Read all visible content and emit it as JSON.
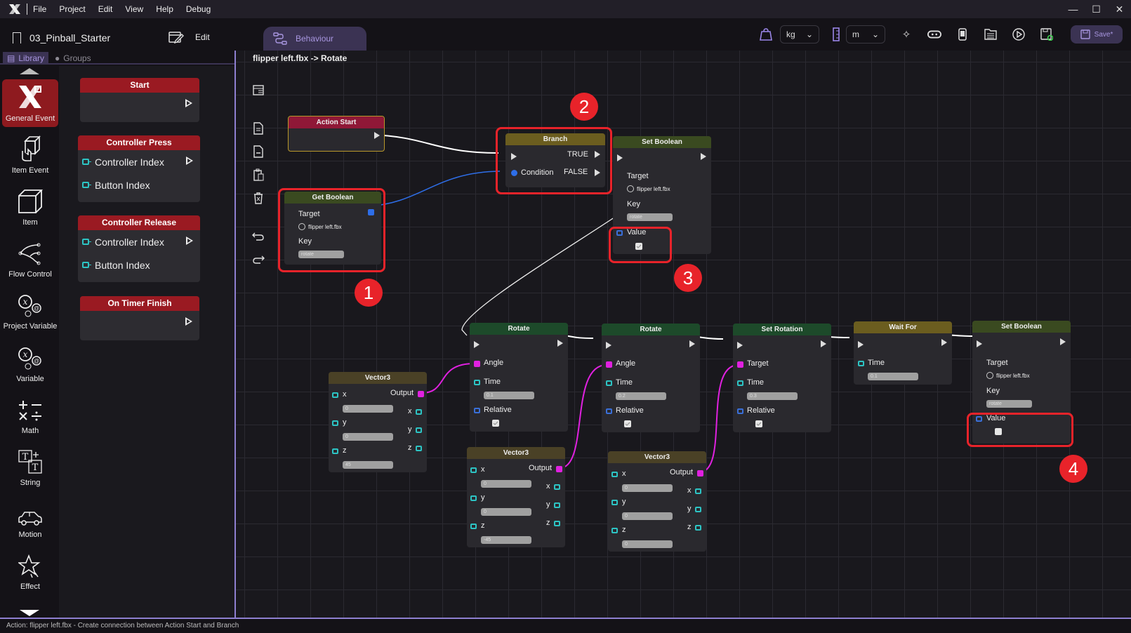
{
  "menubar": {
    "items": [
      "File",
      "Project",
      "Edit",
      "View",
      "Help",
      "Debug"
    ],
    "window_controls": [
      "minimize",
      "maximize",
      "close"
    ]
  },
  "toolbar": {
    "project_name": "03_Pinball_Starter",
    "edit_label": "Edit",
    "active_tab": "Behaviour",
    "mass_unit": "kg",
    "length_unit": "m",
    "save_label": "Save*",
    "icons": [
      "weight-icon",
      "ruler-icon",
      "sparkle-icon",
      "vr-headset-icon",
      "phone-icon",
      "folder-settings-icon",
      "play-icon",
      "save-sync-icon"
    ]
  },
  "library_tabs": {
    "library": "Library",
    "groups": "Groups"
  },
  "categories": [
    {
      "label": "General Event",
      "active": true
    },
    {
      "label": "Item Event"
    },
    {
      "label": "Item"
    },
    {
      "label": "Flow Control"
    },
    {
      "label": "Project Variable"
    },
    {
      "label": "Variable"
    },
    {
      "label": "Math"
    },
    {
      "label": "String"
    },
    {
      "label": "Motion"
    },
    {
      "label": "Effect"
    }
  ],
  "library_nodes": [
    {
      "title": "Start",
      "inputs": []
    },
    {
      "title": "Controller Press",
      "inputs": [
        "Controller Index",
        "Button Index"
      ]
    },
    {
      "title": "Controller Release",
      "inputs": [
        "Controller Index",
        "Button Index"
      ]
    },
    {
      "title": "On Timer Finish",
      "inputs": []
    }
  ],
  "breadcrumb": "flipper left.fbx -> Rotate",
  "canvas_tools": [
    "layout-icon",
    "document-icon",
    "document-minus-icon",
    "paste-icon",
    "trash-icon",
    "undo-icon",
    "redo-icon"
  ],
  "graph": {
    "action_start": {
      "title": "Action Start"
    },
    "get_boolean": {
      "title": "Get Boolean",
      "target_label": "Target",
      "target_value": "flipper left.fbx",
      "key_label": "Key",
      "key_value": "rotate"
    },
    "branch": {
      "title": "Branch",
      "true_label": "TRUE",
      "false_label": "FALSE",
      "condition_label": "Condition"
    },
    "set_boolean_1": {
      "title": "Set Boolean",
      "target_label": "Target",
      "target_value": "flipper left.fbx",
      "key_label": "Key",
      "key_value": "rotate",
      "value_label": "Value",
      "value_checked": true
    },
    "rotate_1": {
      "title": "Rotate",
      "angle_label": "Angle",
      "time_label": "Time",
      "time_value": "0.1",
      "relative_label": "Relative",
      "relative_checked": true
    },
    "rotate_2": {
      "title": "Rotate",
      "angle_label": "Angle",
      "time_label": "Time",
      "time_value": "0.2",
      "relative_label": "Relative",
      "relative_checked": true
    },
    "set_rotation": {
      "title": "Set Rotation",
      "target_label": "Target",
      "time_label": "Time",
      "time_value": "0.3",
      "relative_label": "Relative",
      "relative_checked": true
    },
    "wait_for": {
      "title": "Wait For",
      "time_label": "Time",
      "time_value": "0.1"
    },
    "set_boolean_2": {
      "title": "Set Boolean",
      "target_label": "Target",
      "target_value": "flipper left.fbx",
      "key_label": "Key",
      "key_value": "rotate",
      "value_label": "Value",
      "value_checked": false
    },
    "vector3_1": {
      "title": "Vector3",
      "output_label": "Output",
      "x": "0",
      "y": "0",
      "z": "45"
    },
    "vector3_2": {
      "title": "Vector3",
      "output_label": "Output",
      "x": "0",
      "y": "0",
      "z": "-45"
    },
    "vector3_3": {
      "title": "Vector3",
      "output_label": "Output",
      "x": "0",
      "y": "0",
      "z": "0"
    },
    "axis_labels": {
      "x": "x",
      "y": "y",
      "z": "z"
    }
  },
  "annotations": [
    "1",
    "2",
    "3",
    "4"
  ],
  "status_text": "Action: flipper left.fbx - Create connection between Action Start and Branch",
  "colors": {
    "accent": "#8e7fd0",
    "event_red": "#9a1a22",
    "highlight_red": "#e8232a",
    "pin_cyan": "#2dc4c4",
    "pin_magenta": "#e021e0",
    "pin_blue": "#2e6ee8"
  }
}
